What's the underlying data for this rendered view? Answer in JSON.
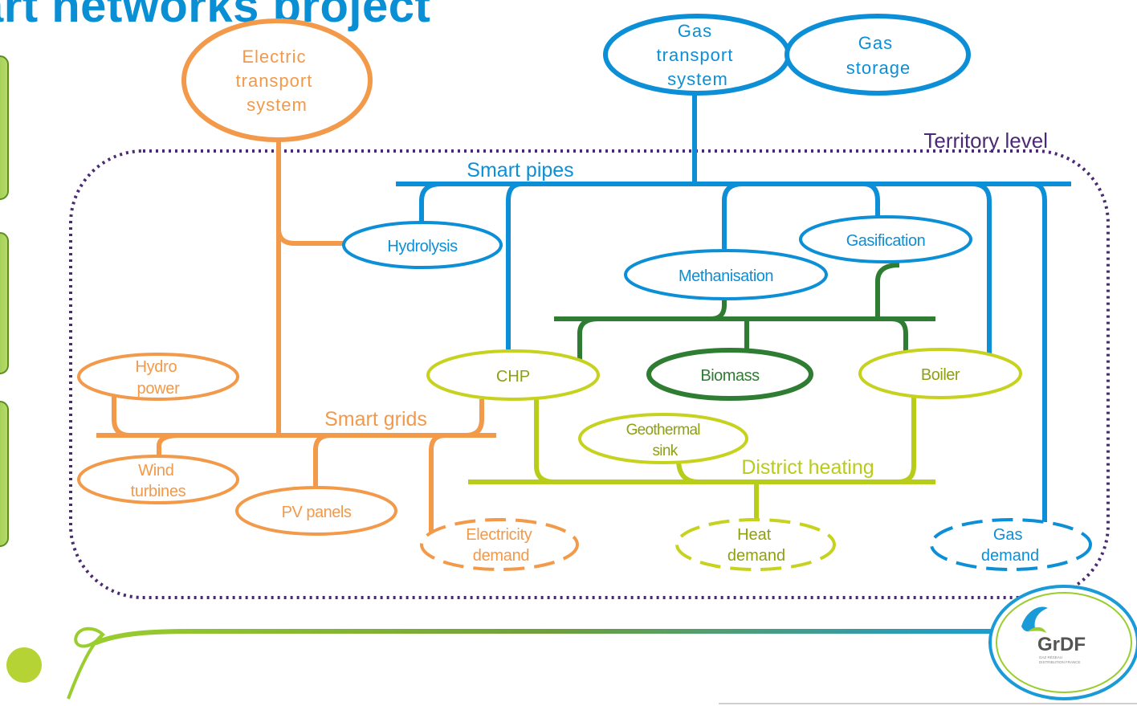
{
  "slide_title": "art networks project",
  "colors": {
    "electric": "#f2994a",
    "gas": "#0c8fd6",
    "biomass": "#2e7d32",
    "heating": "#b8cc1a",
    "territory": "#4b2a73",
    "side_tab": "#8dc63f"
  },
  "nodes": {
    "electric_transport": "Electric transport system",
    "gas_transport": "Gas transport system",
    "gas_storage": "Gas storage",
    "hydrolysis": "Hydrolysis",
    "methanisation": "Methanisation",
    "gasification": "Gasification",
    "chp": "CHP",
    "biomass": "Biomass",
    "boiler": "Boiler",
    "hydro_power": "Hydro power",
    "wind_turbines": "Wind turbines",
    "pv_panels": "PV panels",
    "geothermal_sink": "Geothermal sink",
    "electricity_demand": "Electricity demand",
    "heat_demand": "Heat demand",
    "gas_demand": "Gas demand"
  },
  "network_labels": {
    "territory_level": "Territory level",
    "smart_pipes": "Smart pipes",
    "smart_grids": "Smart grids",
    "district_heating": "District heating"
  },
  "logo": {
    "name": "GrDF",
    "tagline": "GAZ RÉSEAU DISTRIBUTION FRANCE"
  }
}
